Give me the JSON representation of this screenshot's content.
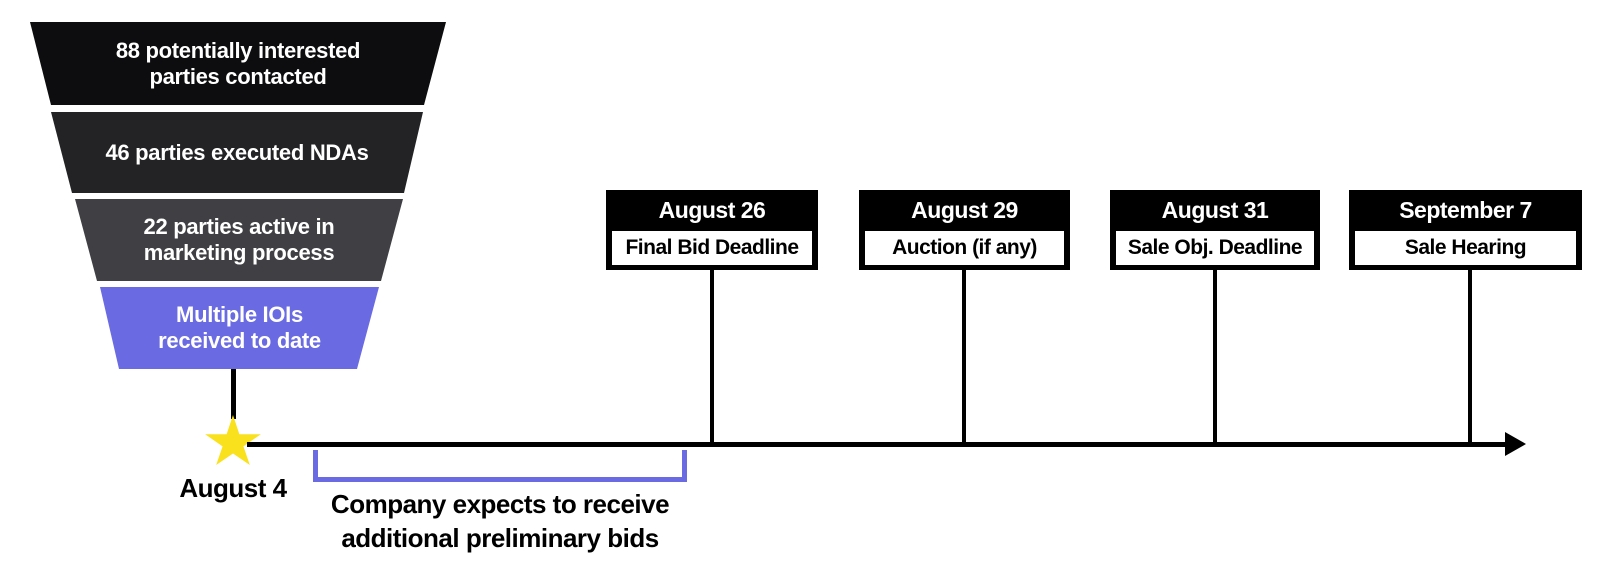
{
  "funnel": {
    "tiers": [
      {
        "lines": [
          "88 potentially interested",
          "parties contacted"
        ],
        "color": "#0d0d0f"
      },
      {
        "lines": [
          "46 parties executed NDAs"
        ],
        "color": "#232326"
      },
      {
        "lines": [
          "22 parties active in",
          "marketing process"
        ],
        "color": "#404044"
      },
      {
        "lines": [
          "Multiple IOIs",
          "received to date"
        ],
        "color": "#6a6ae2"
      }
    ]
  },
  "timeline": {
    "start": {
      "date_label": "August 4",
      "star_color": "#f9e11d"
    },
    "milestones": [
      {
        "date": "August 26",
        "label": "Final Bid Deadline"
      },
      {
        "date": "August 29",
        "label": "Auction (if any)"
      },
      {
        "date": "August 31",
        "label": "Sale Obj. Deadline"
      },
      {
        "date": "September 7",
        "label": "Sale Hearing"
      }
    ],
    "bracket": {
      "color": "#6a6ae2",
      "caption_lines": [
        "Company expects to receive",
        "additional preliminary bids"
      ]
    }
  },
  "colors": {
    "axis": "#000000",
    "milestone_box": "#000000",
    "background": "#ffffff"
  }
}
